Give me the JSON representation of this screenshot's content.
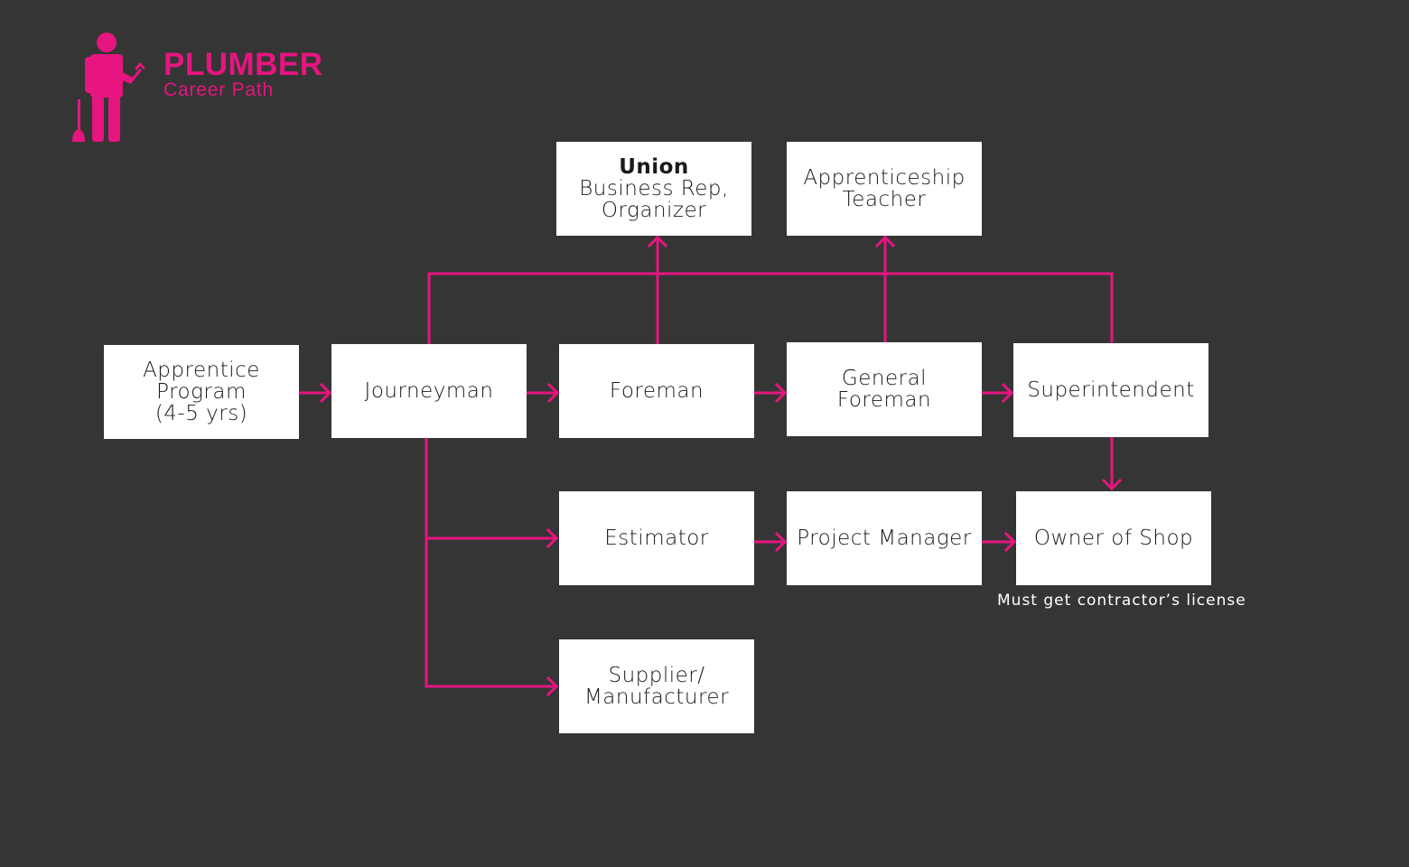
{
  "header": {
    "title": "PLUMBER",
    "subtitle": "Career Path"
  },
  "colors": {
    "background": "#353535",
    "accent": "#e6157f",
    "box": "#ffffff"
  },
  "icons": {
    "plumber": "plumber-icon"
  },
  "nodes": {
    "apprentice": [
      "Apprentice",
      "Program",
      "(4-5 yrs)"
    ],
    "journeyman": [
      "Journeyman"
    ],
    "foreman": [
      "Foreman"
    ],
    "general_foreman": [
      "General",
      "Foreman"
    ],
    "superintendent": [
      "Superintendent"
    ],
    "union": {
      "heading": "Union",
      "lines": [
        "Business Rep,",
        "Organizer"
      ]
    },
    "teacher": [
      "Apprenticeship",
      "Teacher"
    ],
    "estimator": [
      "Estimator"
    ],
    "project_manager": [
      "Project Manager"
    ],
    "owner": [
      "Owner of Shop"
    ],
    "supplier": [
      "Supplier/",
      "Manufacturer"
    ]
  },
  "note": "Must get  contractor’s license"
}
